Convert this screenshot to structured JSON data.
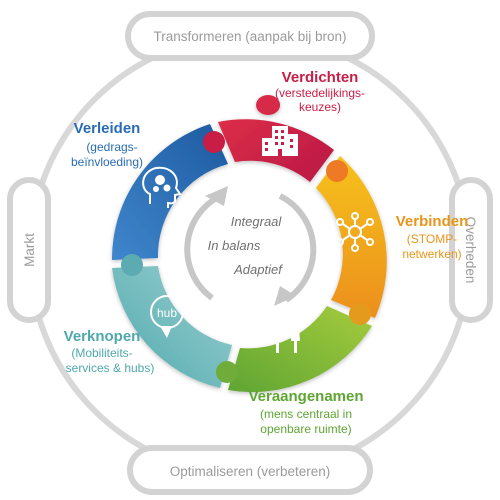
{
  "outer_ring": {
    "top": "Transformeren (aanpak bij bron)",
    "bottom": "Optimaliseren (verbeteren)",
    "left": "Markt",
    "right": "Overheden"
  },
  "center": {
    "line1": "Integraal",
    "line2": "In balans",
    "line3": "Adaptief"
  },
  "segments": {
    "verdichten": {
      "title": "Verdichten",
      "sub1": "(verstedelijkings-",
      "sub2": "keuzes)",
      "color": "#d21f42",
      "icon": "buildings-icon"
    },
    "verbinden": {
      "title": "Verbinden",
      "sub1": "(STOMP-",
      "sub2": "netwerken)",
      "color": "#f2a51c",
      "icon": "network-icon"
    },
    "veraangenamen": {
      "title": "Veraangenamen",
      "sub1": "(mens centraal in",
      "sub2": "openbare ruimte)",
      "color": "#7cb63a",
      "icon": "people-icon"
    },
    "verknopen": {
      "title": "Verknopen",
      "sub1": "(Mobiliteits-",
      "sub2": "services & hubs)",
      "color": "#6db8bd",
      "icon": "hub-icon",
      "icon_text": "hub"
    },
    "verleiden": {
      "title": "Verleiden",
      "sub1": "(gedrags-",
      "sub2": "beïnvloeding)",
      "color": "#2a6cb4",
      "icon": "head-gears-icon"
    }
  }
}
